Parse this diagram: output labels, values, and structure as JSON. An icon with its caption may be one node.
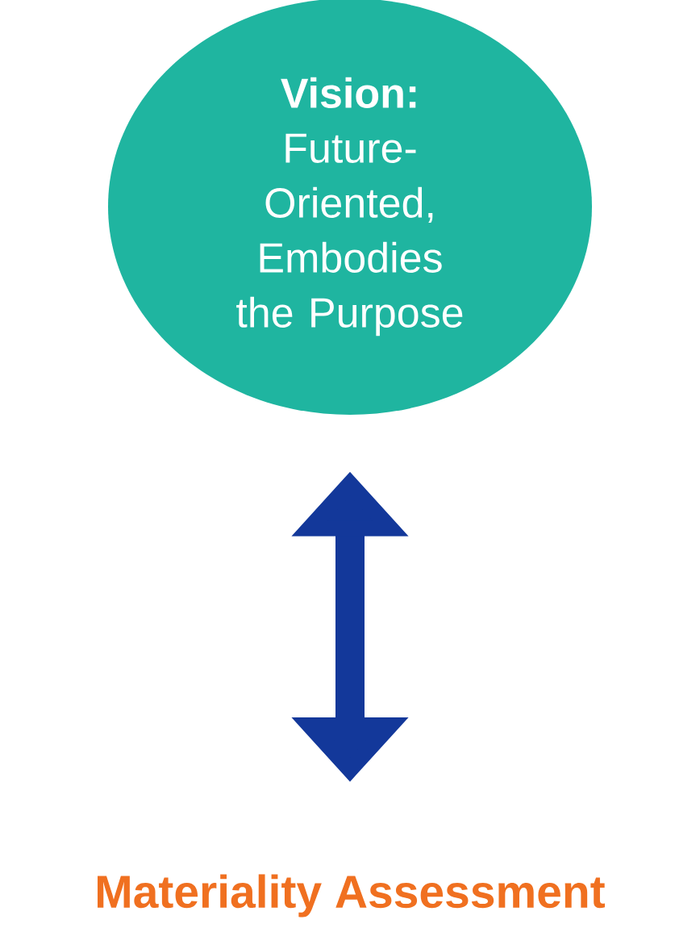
{
  "diagram": {
    "nodes": [
      {
        "text": [
          "Vision:",
          "Future-Oriented, Embodies the Purpose"
        ]
      },
      {
        "text": [
          "Materiality Assessment"
        ]
      }
    ],
    "edges": [
      {
        "from": 0,
        "to": 1,
        "arrow": "both",
        "color": "#13389a"
      }
    ]
  }
}
